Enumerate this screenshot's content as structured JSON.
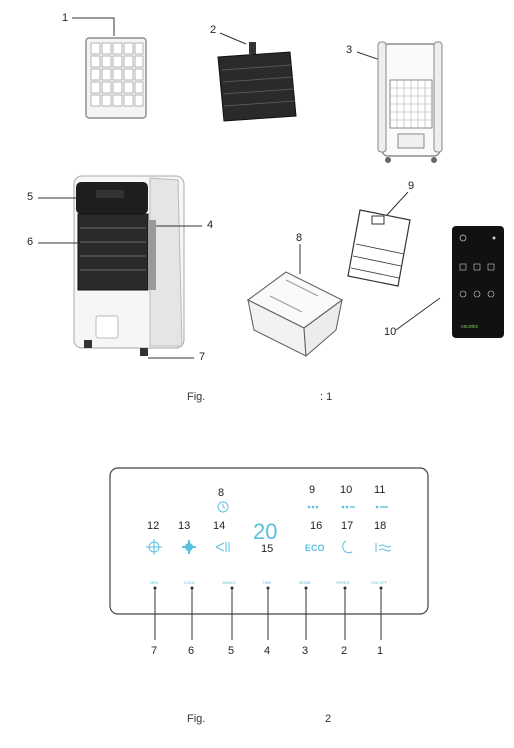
{
  "figure1": {
    "caption_prefix": "Fig.",
    "caption_number": ": 1",
    "callouts": [
      "1",
      "2",
      "3",
      "4",
      "5",
      "6",
      "7",
      "8",
      "9",
      "10"
    ],
    "remote_brand": "cecotec"
  },
  "figure2": {
    "caption_prefix": "Fig.",
    "caption_number": "2",
    "display_value": "20",
    "icon_numbers": [
      "8",
      "9",
      "10",
      "11",
      "12",
      "13",
      "14",
      "15",
      "16",
      "17",
      "18"
    ],
    "eco_label": "ECO",
    "buttons": [
      {
        "label": "NPA",
        "num": "7"
      },
      {
        "label": "COOL",
        "num": "6"
      },
      {
        "label": "SWING",
        "num": "5"
      },
      {
        "label": "TIME",
        "num": "4"
      },
      {
        "label": "MODE",
        "num": "3"
      },
      {
        "label": "SPEED",
        "num": "2"
      },
      {
        "label": "ON/ OFF",
        "num": "1"
      }
    ]
  },
  "colors": {
    "panel_accent": "#5bc0de"
  }
}
